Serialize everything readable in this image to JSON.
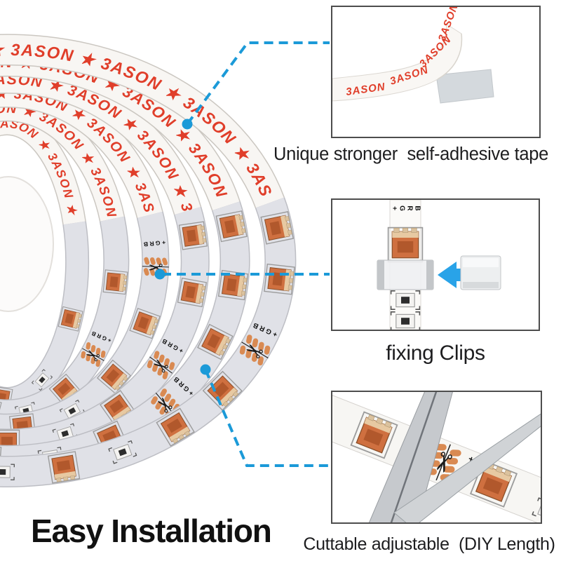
{
  "headline": {
    "text": "Easy Installation"
  },
  "callouts": {
    "tape": {
      "label": "Unique stronger  self-adhesive tape"
    },
    "clips": {
      "label": "fixing Clips"
    },
    "cut": {
      "label": "Cuttable adjustable  (DIY Length)"
    }
  },
  "strip": {
    "logo_text": "3ASON",
    "logo_separator": "★",
    "pin_labels": [
      "+",
      "G",
      "R",
      "B"
    ],
    "cut_mark": "✂"
  },
  "colors": {
    "accent_dashed": "#1b9ad8",
    "logo_red": "#e03e2a",
    "led_orange": "#cf7040",
    "copper_pad": "#d98a52",
    "arrow_blue": "#29a3e8",
    "strip_face": "#e0e1e7",
    "strip_back": "#f8f6f3"
  }
}
